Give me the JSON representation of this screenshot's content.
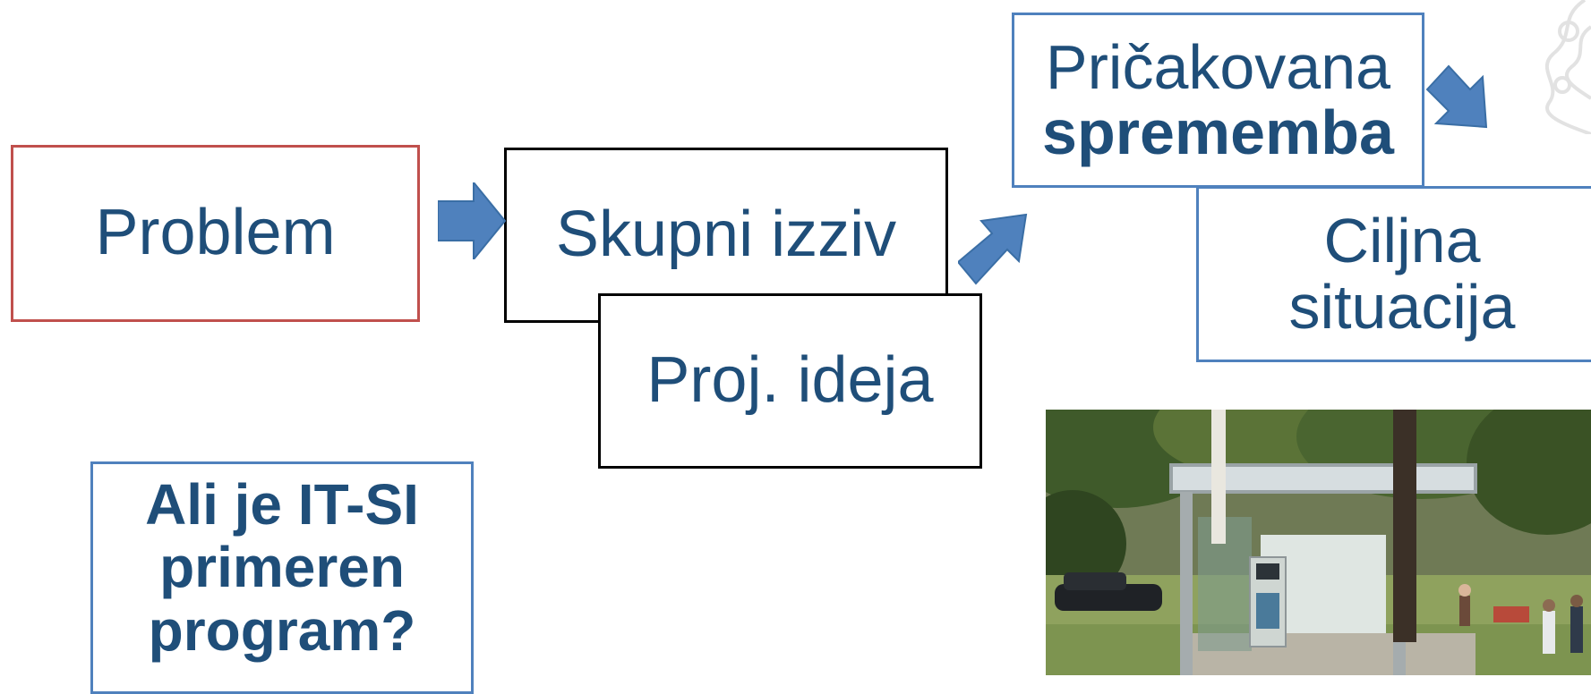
{
  "boxes": {
    "problem": "Problem",
    "skupni_izziv": "Skupni izziv",
    "proj_ideja": "Proj. ideja",
    "pricakovana": "Pričakovana",
    "sprememba": "sprememba",
    "ciljna": "Ciljna",
    "situacija": "situacija",
    "question_line1": "Ali je IT-SI",
    "question_line2": "primeren",
    "question_line3": "program?"
  },
  "colors": {
    "text": "#1f4e79",
    "arrow": "#4f81bd",
    "problem_border": "#c0504d",
    "blue_border": "#4f81bd",
    "black_border": "#000000"
  }
}
